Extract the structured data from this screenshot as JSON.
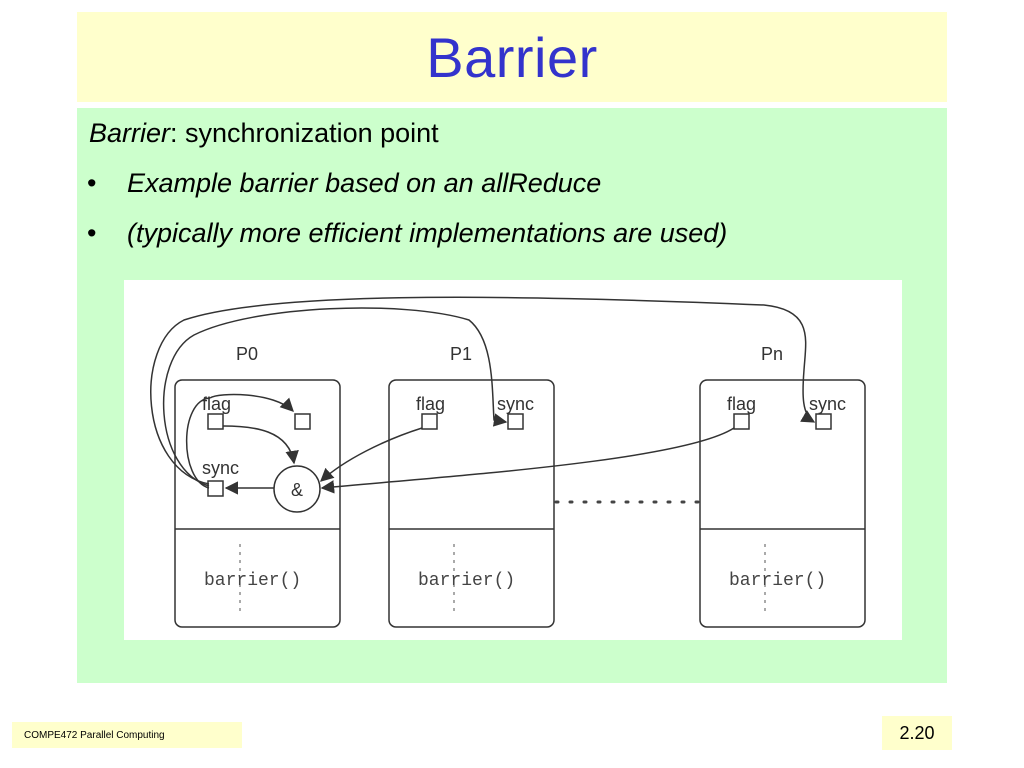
{
  "slide": {
    "title": "Barrier",
    "definition_term": "Barrier",
    "definition_rest": ": synchronization point",
    "bullets": [
      "Example barrier based on an allReduce",
      "(typically more efficient implementations are used)"
    ],
    "bullet_symbol": "•"
  },
  "diagram": {
    "processes": [
      {
        "name": "P0",
        "flag_label": "flag",
        "sync_label": "sync",
        "code": "barrier()"
      },
      {
        "name": "P1",
        "flag_label": "flag",
        "sync_label": "sync",
        "code": "barrier()"
      },
      {
        "name": "Pn",
        "flag_label": "flag",
        "sync_label": "sync",
        "code": "barrier()"
      }
    ],
    "and_symbol": "&"
  },
  "footer": {
    "course": "COMPE472 Parallel Computing",
    "page": "2.20"
  }
}
